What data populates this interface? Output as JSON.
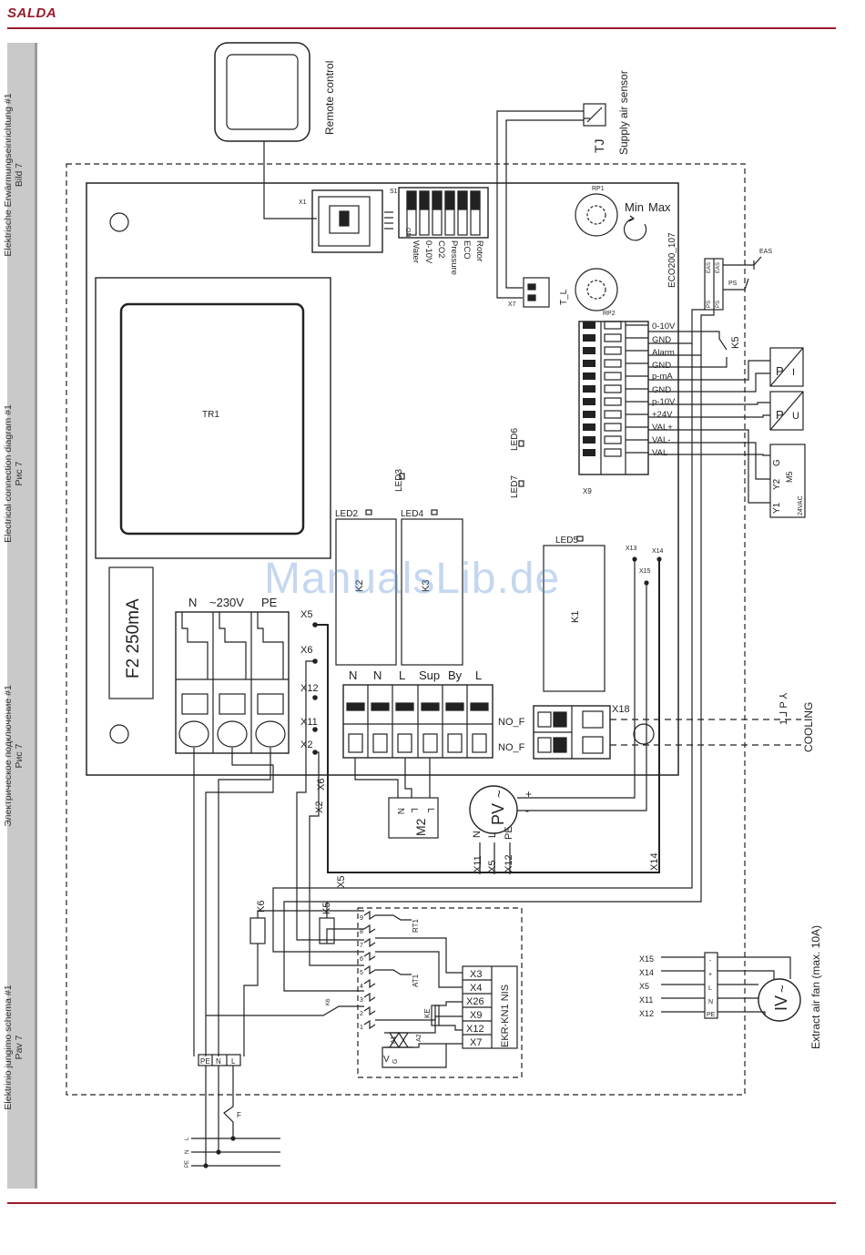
{
  "header": {
    "logo_text": "SALDA",
    "accent_color": "#9a1b2c"
  },
  "side_labels": [
    {
      "line1": "Elektrische Erwärmungseinrichtung #1",
      "line2": "Bild 7"
    },
    {
      "line1": "Electrical connection diagram #1",
      "line2": "Рис 7"
    },
    {
      "line1": "Электрическое подключение #1",
      "line2": "Рис 7"
    },
    {
      "line1": "Elektrinio jungimo schema #1",
      "line2": "Pav 7"
    }
  ],
  "watermark": "ManualsLib.de",
  "diagram": {
    "remote_control": "Remote control",
    "supply_air_sensor": "Supply air sensor",
    "tj": "TJ",
    "x1": "X1",
    "s1": "S1",
    "dip_on": "ON",
    "dip_labels": [
      "Water",
      "0-10V",
      "CO2",
      "Pressure",
      "ECO",
      "Rotor"
    ],
    "rp1": "RP1",
    "rp2": "RP2",
    "min_label": "Min",
    "max_label": "Max",
    "board_code": "ECO200_107",
    "x7_small": "X7",
    "t_l": "T_L",
    "tr1": "TR1",
    "fuse_label": "F2  250mA",
    "power_terminal_labels": [
      "N",
      "~230V",
      "PE"
    ],
    "x_side_labels": [
      "X5",
      "X6",
      "X12",
      "X11",
      "X2"
    ],
    "led2": "LED2",
    "led4": "LED4",
    "led3": "LED3",
    "led5": "LED5",
    "led6": "LED6",
    "led7": "LED7",
    "relay_k2": "K2",
    "relay_k3": "K3",
    "relay_k1": "K1",
    "output_terminal_labels": [
      "N",
      "N",
      "L",
      "Sup",
      "By",
      "L"
    ],
    "x9_label": "X9",
    "x9_terminals": [
      "0-10V",
      "GND",
      "Alarm",
      "GND",
      "p-mA",
      "GND",
      "p-10V",
      "+24V",
      "VAL+",
      "VAL-",
      "VAL"
    ],
    "k5_label": "K5",
    "eas_label": "EAS",
    "ps_label": "PS",
    "ps_terminals": [
      "PS",
      "PS",
      "EAS",
      "EAS"
    ],
    "p_label": "P",
    "i_label": "I",
    "u_label": "U",
    "m5": {
      "label": "M5",
      "voltage": "24VAC",
      "terminals": [
        "Y1",
        "Y2",
        "G"
      ]
    },
    "x13": "X13",
    "x14": "X14",
    "x15": "X15",
    "x18": "X18",
    "no_f": "NO_F",
    "cooling": "COOLING",
    "m2": "M2",
    "m2_terminals": [
      "N",
      "L",
      "L"
    ],
    "pv": "PV",
    "pv_terminals": [
      "N",
      "L",
      "PE"
    ],
    "pv_wires": [
      "X11",
      "X5",
      "X12"
    ],
    "pv_plus": "+",
    "pv_minus": "-",
    "wire_x6": "X6",
    "wire_x2": "X2",
    "wire_x5": "X5",
    "wire_x14": "X14",
    "k6": "K6",
    "k5": "K5",
    "rt1": "RT1",
    "at1": "AT1",
    "ke": "KE",
    "a1": "A1",
    "a2": "A2",
    "v_label": "V",
    "g_label": "G",
    "ekr_label": "EKR-KN1 NIS",
    "ekr_terminals": [
      "X3",
      "X4",
      "X26",
      "X9",
      "X12",
      "X7"
    ],
    "heater_terminal_numbers": [
      "9",
      "8",
      "7",
      "6",
      "5",
      "4",
      "3",
      "2",
      "1"
    ],
    "pe_n_l": [
      "PE",
      "N",
      "L"
    ],
    "f_label": "F",
    "mains_labels": [
      "PE",
      "N",
      "L"
    ],
    "iv": "IV",
    "iv_wire_labels": [
      "X15",
      "X14",
      "X5",
      "X11",
      "X12"
    ],
    "iv_terminals": [
      "-",
      "+",
      "L",
      "N",
      "PE"
    ],
    "extract_fan": "Extract air fan (max. 10A)"
  }
}
